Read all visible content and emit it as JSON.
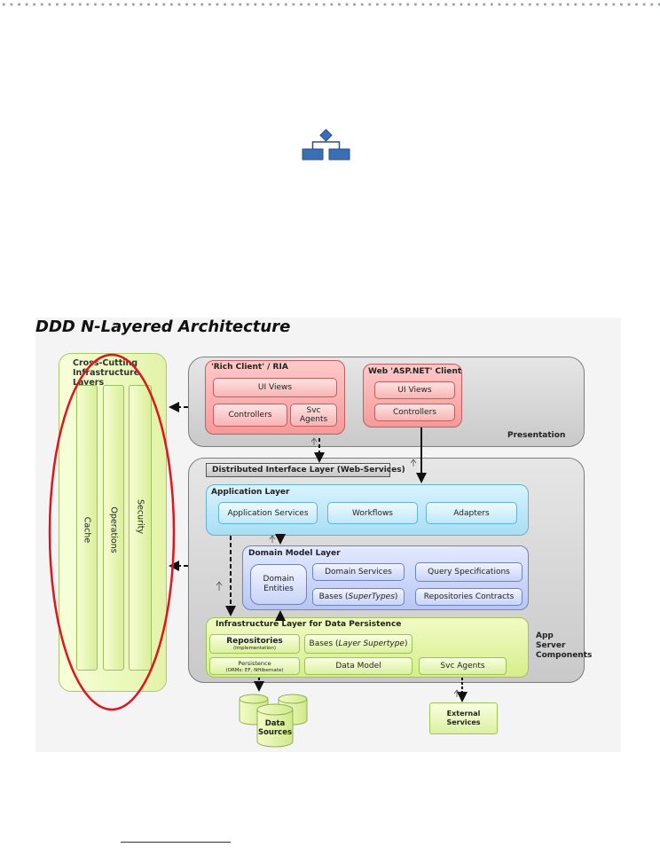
{
  "title": "DDD N-Layered Architecture",
  "colors": {
    "pink": "#f59a9a",
    "blue": "#a8def4",
    "violet": "#b8c6f2",
    "green": "#d6ee8a",
    "gray": "#c9c9c9",
    "highlight_ellipse": "#e0141e",
    "header_icon": "#3a6fb5"
  },
  "icons": {
    "header": "org-chart-icon"
  },
  "cross_cutting": {
    "title": "Cross-Cutting Infrastructure Layers",
    "columns": [
      "Cache",
      "Operations",
      "Security"
    ]
  },
  "presentation": {
    "label": "Presentation",
    "rich_client": {
      "title": "'Rich Client' / RIA",
      "ui_views": "UI Views",
      "controllers": "Controllers",
      "svc_agents": "Svc Agents"
    },
    "web_client": {
      "title": "Web 'ASP.NET' Client",
      "ui_views": "UI Views",
      "controllers": "Controllers"
    }
  },
  "distributed_interface_layer": "Distributed Interface Layer (Web-Services)",
  "app_server": {
    "label": "App Server Components",
    "application_layer": {
      "title": "Application Layer",
      "items": [
        "Application Services",
        "Workflows",
        "Adapters"
      ]
    },
    "domain_model_layer": {
      "title": "Domain Model Layer",
      "domain_entities": "Domain Entities",
      "domain_services": "Domain Services",
      "bases_prefix": "Bases (",
      "bases_italic": "SuperTypes",
      "bases_suffix": ")",
      "query_specifications": "Query Specifications",
      "repositories_contracts": "Repositories Contracts"
    },
    "infrastructure_layer": {
      "title": "Infrastructure Layer for Data Persistence",
      "repositories": "Repositories",
      "repositories_sub": "(Implementation)",
      "bases_prefix": "Bases (",
      "bases_italic": "Layer Supertype",
      "bases_suffix": ")",
      "persistence": "Persistence",
      "persistence_sub": "(ORMs: EF, NHibernate)",
      "data_model": "Data Model",
      "svc_agents": "Svc Agents"
    }
  },
  "data_sources": "Data Sources",
  "external_services": "External Services"
}
